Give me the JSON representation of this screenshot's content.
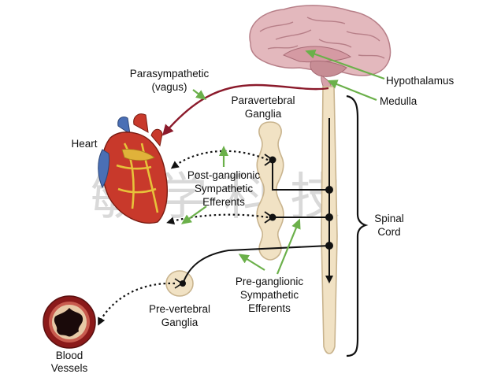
{
  "labels": {
    "parasympathetic_line1": "Parasympathetic",
    "parasympathetic_line2": "(vagus)",
    "paravertebral_line1": "Paravertebral",
    "paravertebral_line2": "Ganglia",
    "heart": "Heart",
    "hypothalamus": "Hypothalamus",
    "medulla": "Medulla",
    "post_line1": "Post-ganglionic",
    "post_line2": "Sympathetic",
    "post_line3": "Efferents",
    "spinal_line1": "Spinal",
    "spinal_line2": "Cord",
    "pre_line1": "Pre-ganglionic",
    "pre_line2": "Sympathetic",
    "pre_line3": "Efferents",
    "prevertebral_line1": "Pre-vertebral",
    "prevertebral_line2": "Ganglia",
    "blood_line1": "Blood",
    "blood_line2": "Vessels"
  },
  "watermark": "敏 学 科 技",
  "colors": {
    "vagus": "#8b1a2b",
    "pointer": "#6bb04a",
    "brain": "#e3b8bd",
    "brain_shadow": "#c78d95",
    "cord": "#f1e2c4",
    "cord_edge": "#c9b48e",
    "nerve": "#111111",
    "heart_red": "#c8392b",
    "heart_blue": "#4a6fb5",
    "heart_yellow": "#e7c23a",
    "vessel_ring": "#8b1a1a"
  }
}
